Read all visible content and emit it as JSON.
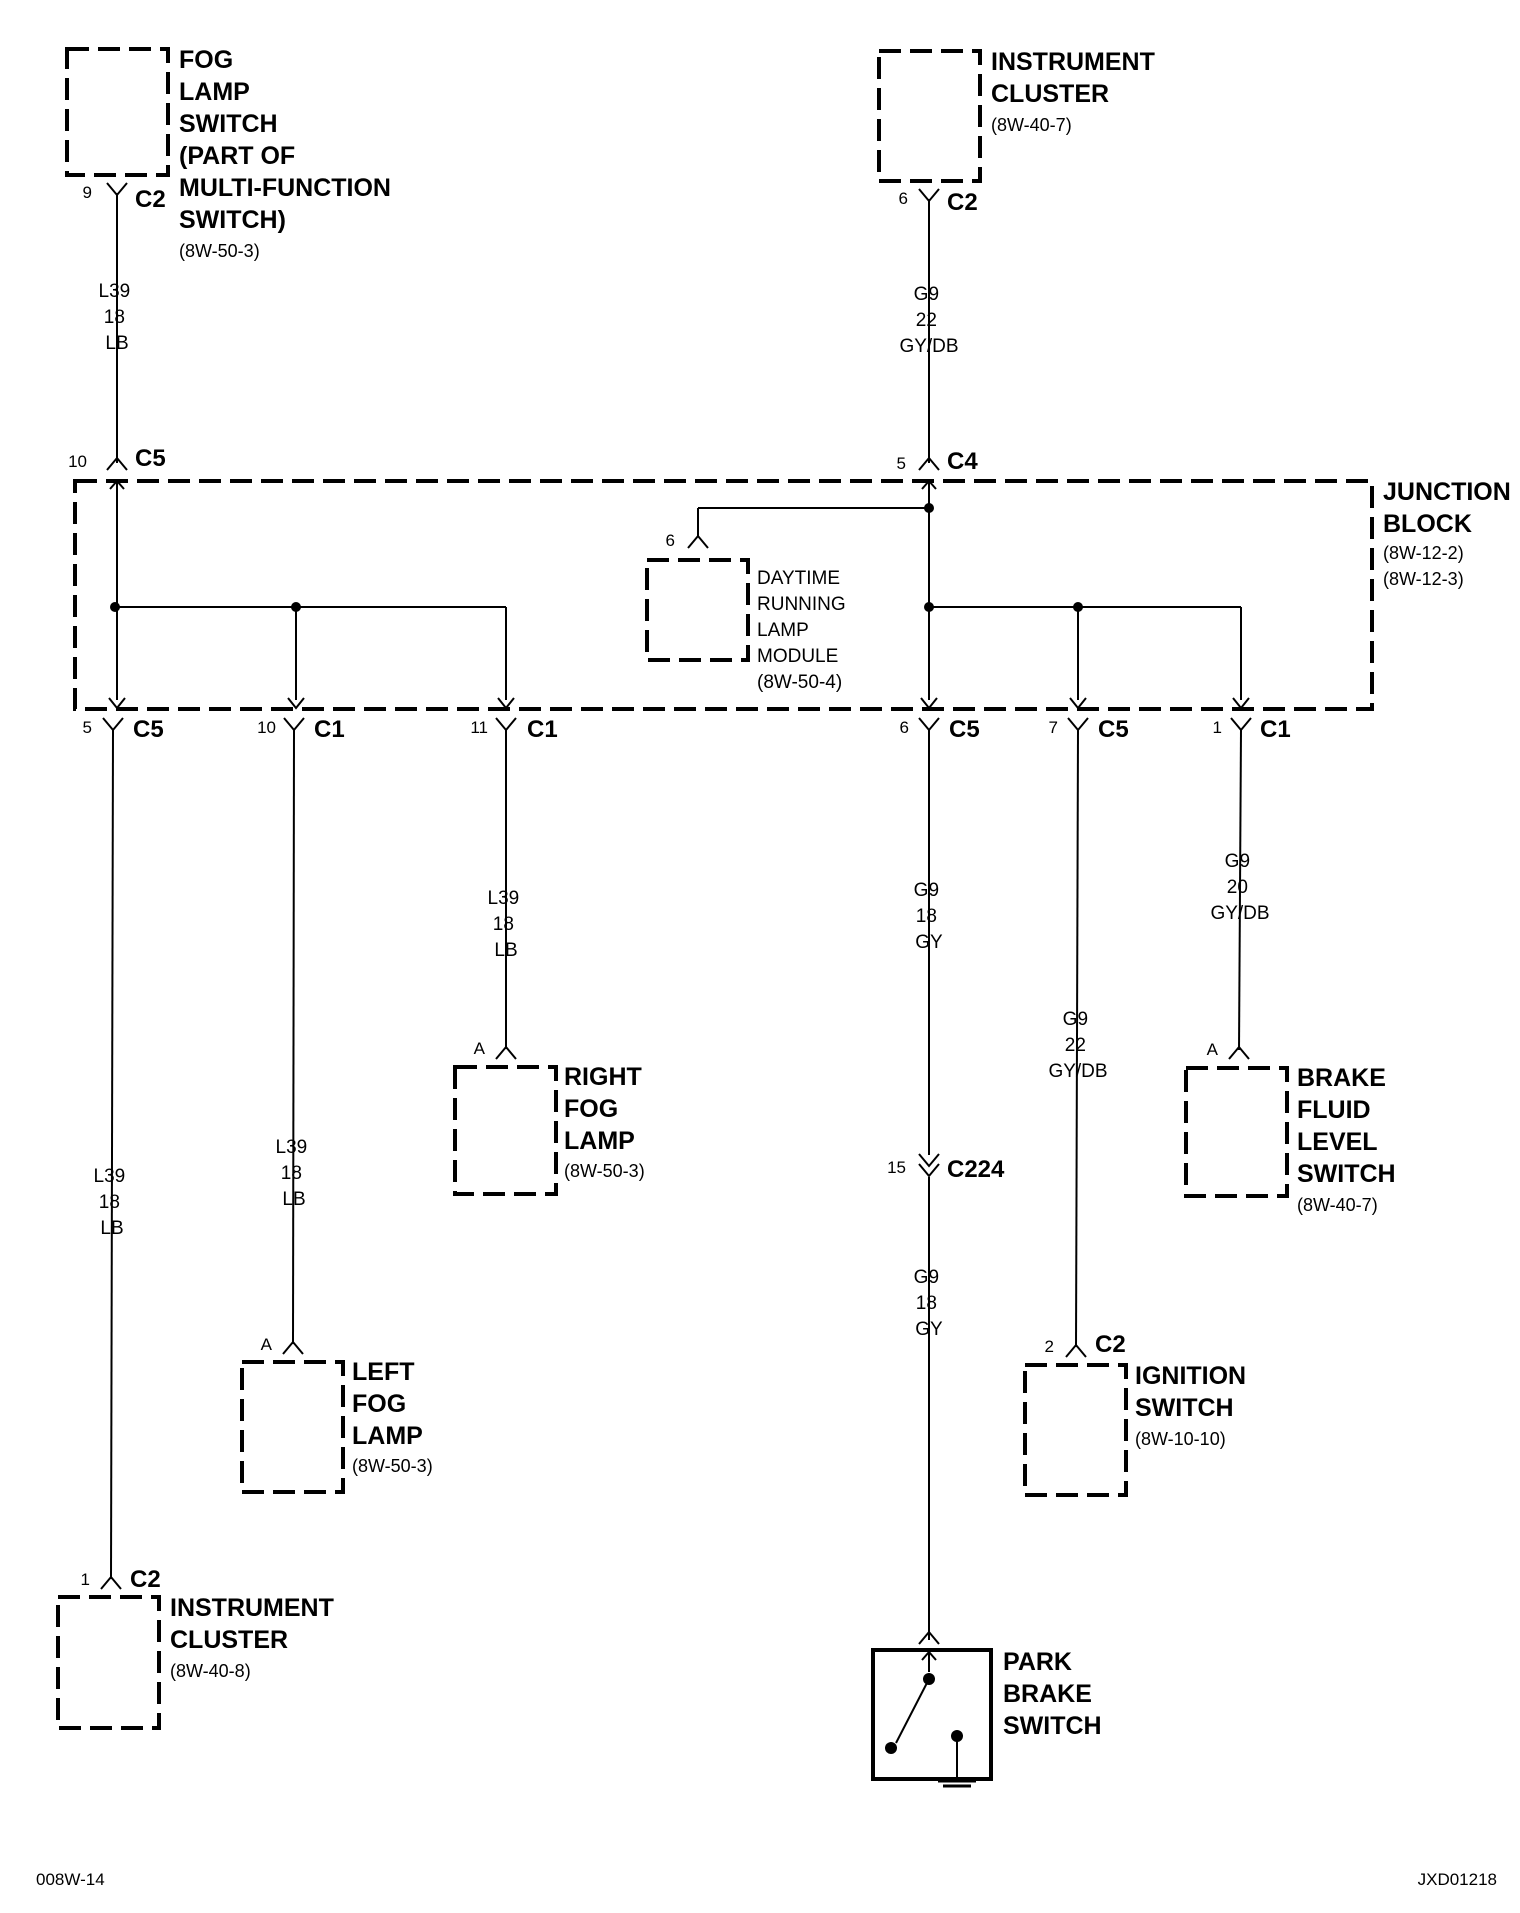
{
  "components": {
    "fog_lamp_switch": {
      "lines": [
        "FOG",
        "LAMP",
        "SWITCH",
        "(PART OF",
        "MULTI-FUNCTION",
        "SWITCH)"
      ],
      "ref": "(8W-50-3)"
    },
    "instrument_cluster_top": {
      "lines": [
        "INSTRUMENT",
        "CLUSTER"
      ],
      "ref": "(8W-40-7)"
    },
    "junction_block": {
      "lines": [
        "JUNCTION",
        "BLOCK"
      ],
      "refs": [
        "(8W-12-2)",
        "(8W-12-3)"
      ]
    },
    "drl_module": {
      "lines": [
        "DAYTIME",
        "RUNNING",
        "LAMP",
        "MODULE"
      ],
      "ref": "(8W-50-4)"
    },
    "right_fog_lamp": {
      "lines": [
        "RIGHT",
        "FOG",
        "LAMP"
      ],
      "ref": "(8W-50-3)"
    },
    "left_fog_lamp": {
      "lines": [
        "LEFT",
        "FOG",
        "LAMP"
      ],
      "ref": "(8W-50-3)"
    },
    "brake_fluid_switch": {
      "lines": [
        "BRAKE",
        "FLUID",
        "LEVEL",
        "SWITCH"
      ],
      "ref": "(8W-40-7)"
    },
    "ignition_switch": {
      "lines": [
        "IGNITION",
        "SWITCH"
      ],
      "ref": "(8W-10-10)"
    },
    "instrument_cluster_bottom": {
      "lines": [
        "INSTRUMENT",
        "CLUSTER"
      ],
      "ref": "(8W-40-8)"
    },
    "park_brake_switch": {
      "lines": [
        "PARK",
        "BRAKE",
        "SWITCH"
      ]
    }
  },
  "connectors": {
    "fog_switch_c2": {
      "pin": "9",
      "name": "C2"
    },
    "cluster_top_c2": {
      "pin": "6",
      "name": "C2"
    },
    "jb_c5_in": {
      "pin": "10",
      "name": "C5"
    },
    "jb_c4_in": {
      "pin": "5",
      "name": "C4"
    },
    "drl_pin": {
      "pin": "6"
    },
    "jb_c5_out_left": {
      "pin": "5",
      "name": "C5"
    },
    "jb_c1_out_10": {
      "pin": "10",
      "name": "C1"
    },
    "jb_c1_out_11": {
      "pin": "11",
      "name": "C1"
    },
    "jb_c5_out_6": {
      "pin": "6",
      "name": "C5"
    },
    "jb_c5_out_7": {
      "pin": "7",
      "name": "C5"
    },
    "jb_c1_out_1": {
      "pin": "1",
      "name": "C1"
    },
    "right_fog_pin": {
      "pin": "A"
    },
    "brake_fluid_pin": {
      "pin": "A"
    },
    "inline_c224": {
      "pin": "15",
      "name": "C224"
    },
    "left_fog_pin": {
      "pin": "A"
    },
    "ignition_c2": {
      "pin": "2",
      "name": "C2"
    },
    "cluster_bottom_c2": {
      "pin": "1",
      "name": "C2"
    }
  },
  "wires": {
    "w_fog_switch": [
      "L39",
      "18",
      "LB"
    ],
    "w_cluster_top": [
      "G9",
      "22",
      "GY/DB"
    ],
    "w_right_fog": [
      "L39",
      "18",
      "LB"
    ],
    "w_park_upper": [
      "G9",
      "18",
      "GY"
    ],
    "w_brake_fluid": [
      "G9",
      "20",
      "GY/DB"
    ],
    "w_ignition": [
      "G9",
      "22",
      "GY/DB"
    ],
    "w_cluster_bot": [
      "L39",
      "18",
      "LB"
    ],
    "w_left_fog": [
      "L39",
      "18",
      "LB"
    ],
    "w_park_lower": [
      "G9",
      "18",
      "GY"
    ]
  },
  "footer": {
    "left": "008W-14",
    "right": "JXD01218"
  }
}
